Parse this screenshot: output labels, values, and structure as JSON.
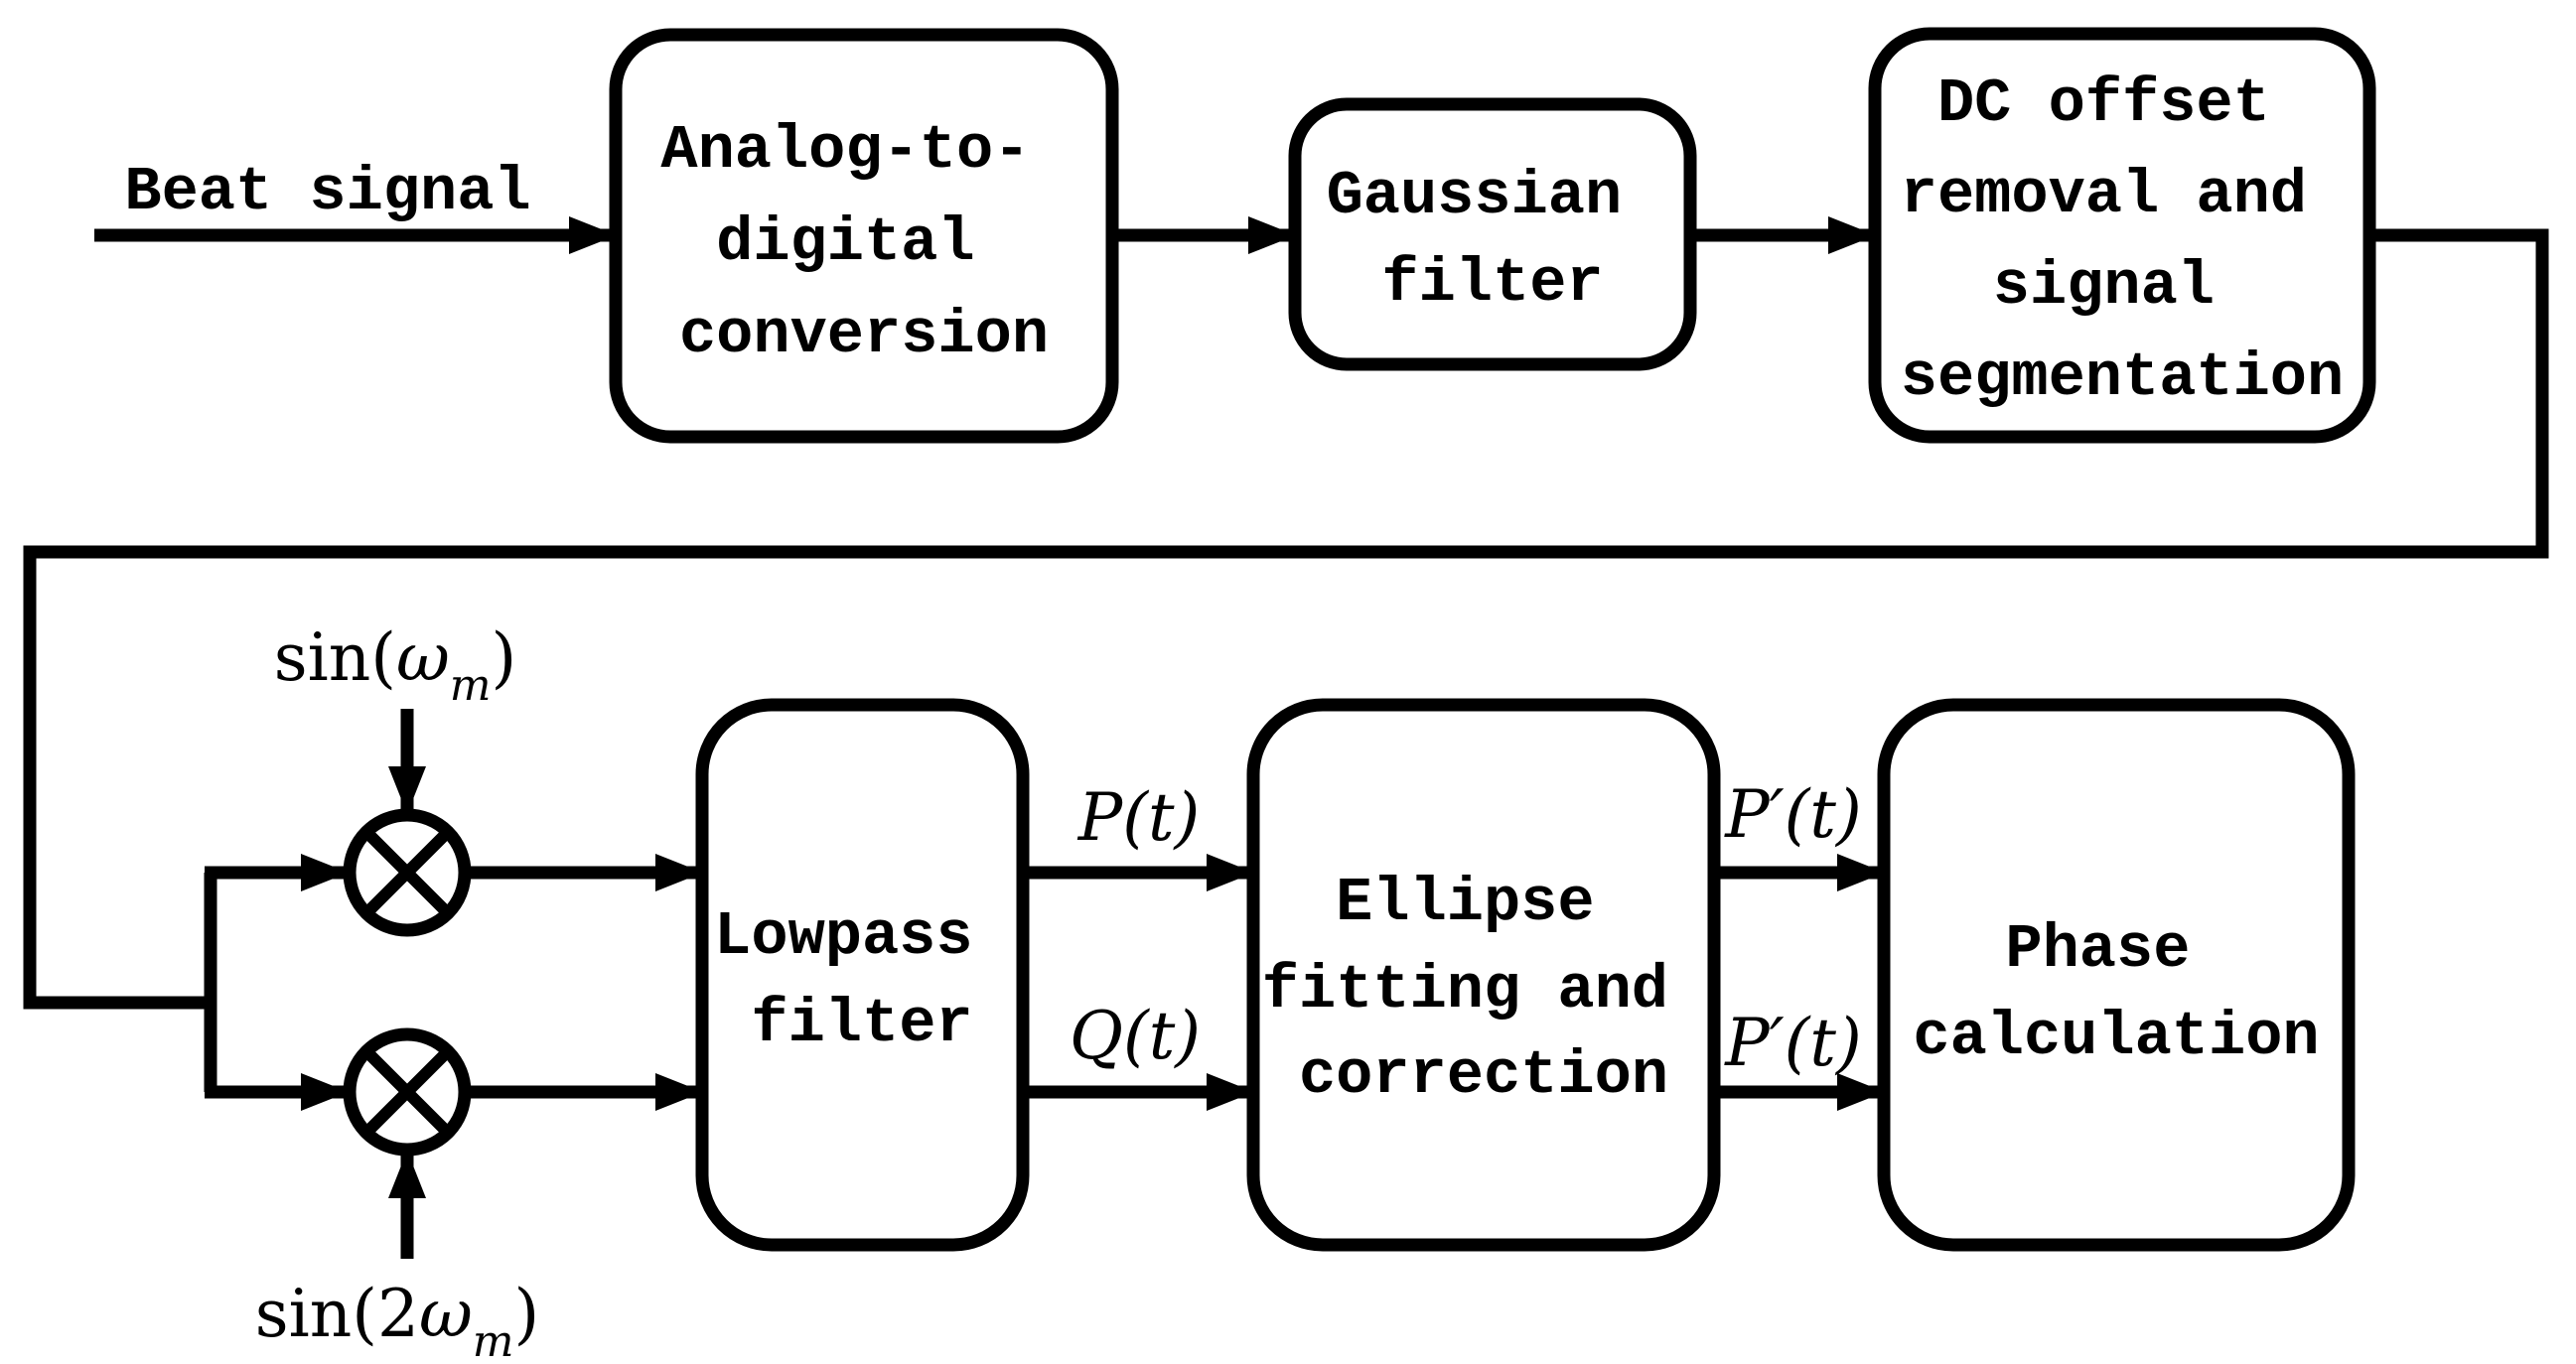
{
  "diagram": {
    "ink": "#000000",
    "background": "#ffffff"
  },
  "blocks": {
    "adc": {
      "lines": [
        "Analog-to-",
        "digital",
        "conversion"
      ]
    },
    "gaussian_filter": {
      "lines": [
        "Gaussian",
        "filter"
      ]
    },
    "dc_offset": {
      "lines": [
        "DC offset",
        "removal and",
        "signal",
        "segmentation"
      ]
    },
    "lowpass_filter": {
      "lines": [
        "Lowpass",
        "filter"
      ]
    },
    "ellipse_fitting": {
      "lines": [
        "Ellipse",
        "fitting and",
        "correction"
      ]
    },
    "phase_calculation": {
      "lines": [
        "Phase",
        "calculation"
      ]
    }
  },
  "labels": {
    "input_signal": "Beat signal",
    "mixer_top_input": {
      "pre": "sin(",
      "symbol": "ω",
      "subscript": "m",
      "post": ")"
    },
    "mixer_bottom_input": {
      "pre": "sin(2",
      "symbol": "ω",
      "subscript": "m",
      "post": ")"
    },
    "lowpass_output_top": "P(t)",
    "lowpass_output_bottom": "Q(t)",
    "ellipse_output_top": "P′(t)",
    "ellipse_output_bottom": "P′(t)"
  },
  "icons": {
    "mixer": "multiply-in-circle",
    "arrow": "solid-triangle-arrowhead"
  }
}
